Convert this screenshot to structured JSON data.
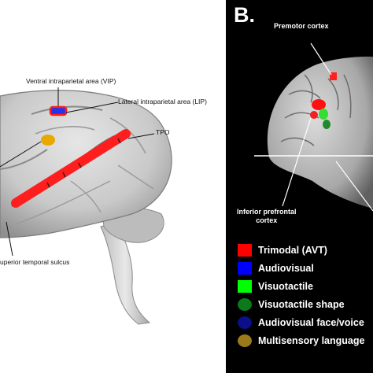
{
  "panel_a": {
    "labels": {
      "vip": "Ventral intraparietal area (VIP)",
      "lip": "Lateral intraparietal area (LIP)",
      "tpo": "TPO",
      "sts": "uperior temporal sulcus"
    }
  },
  "panel_b": {
    "letter": "B.",
    "labels": {
      "premotor": "Premotor cortex",
      "ifc_line1": "Inferior prefrontal",
      "ifc_line2": "cortex"
    },
    "legend": [
      {
        "label": "Trimodal (AVT)",
        "color": "#ff0000",
        "shape": "square"
      },
      {
        "label": "Audiovisual",
        "color": "#0000ff",
        "shape": "square"
      },
      {
        "label": "Visuotactile",
        "color": "#00ff00",
        "shape": "square"
      },
      {
        "label": "Visuotactile shape",
        "color": "#0a7a1a",
        "shape": "circle"
      },
      {
        "label": "Audiovisual face/voice",
        "color": "#0b0f8a",
        "shape": "circle"
      },
      {
        "label": "Multisensory language",
        "color": "#9b7a1a",
        "shape": "circle"
      }
    ]
  }
}
